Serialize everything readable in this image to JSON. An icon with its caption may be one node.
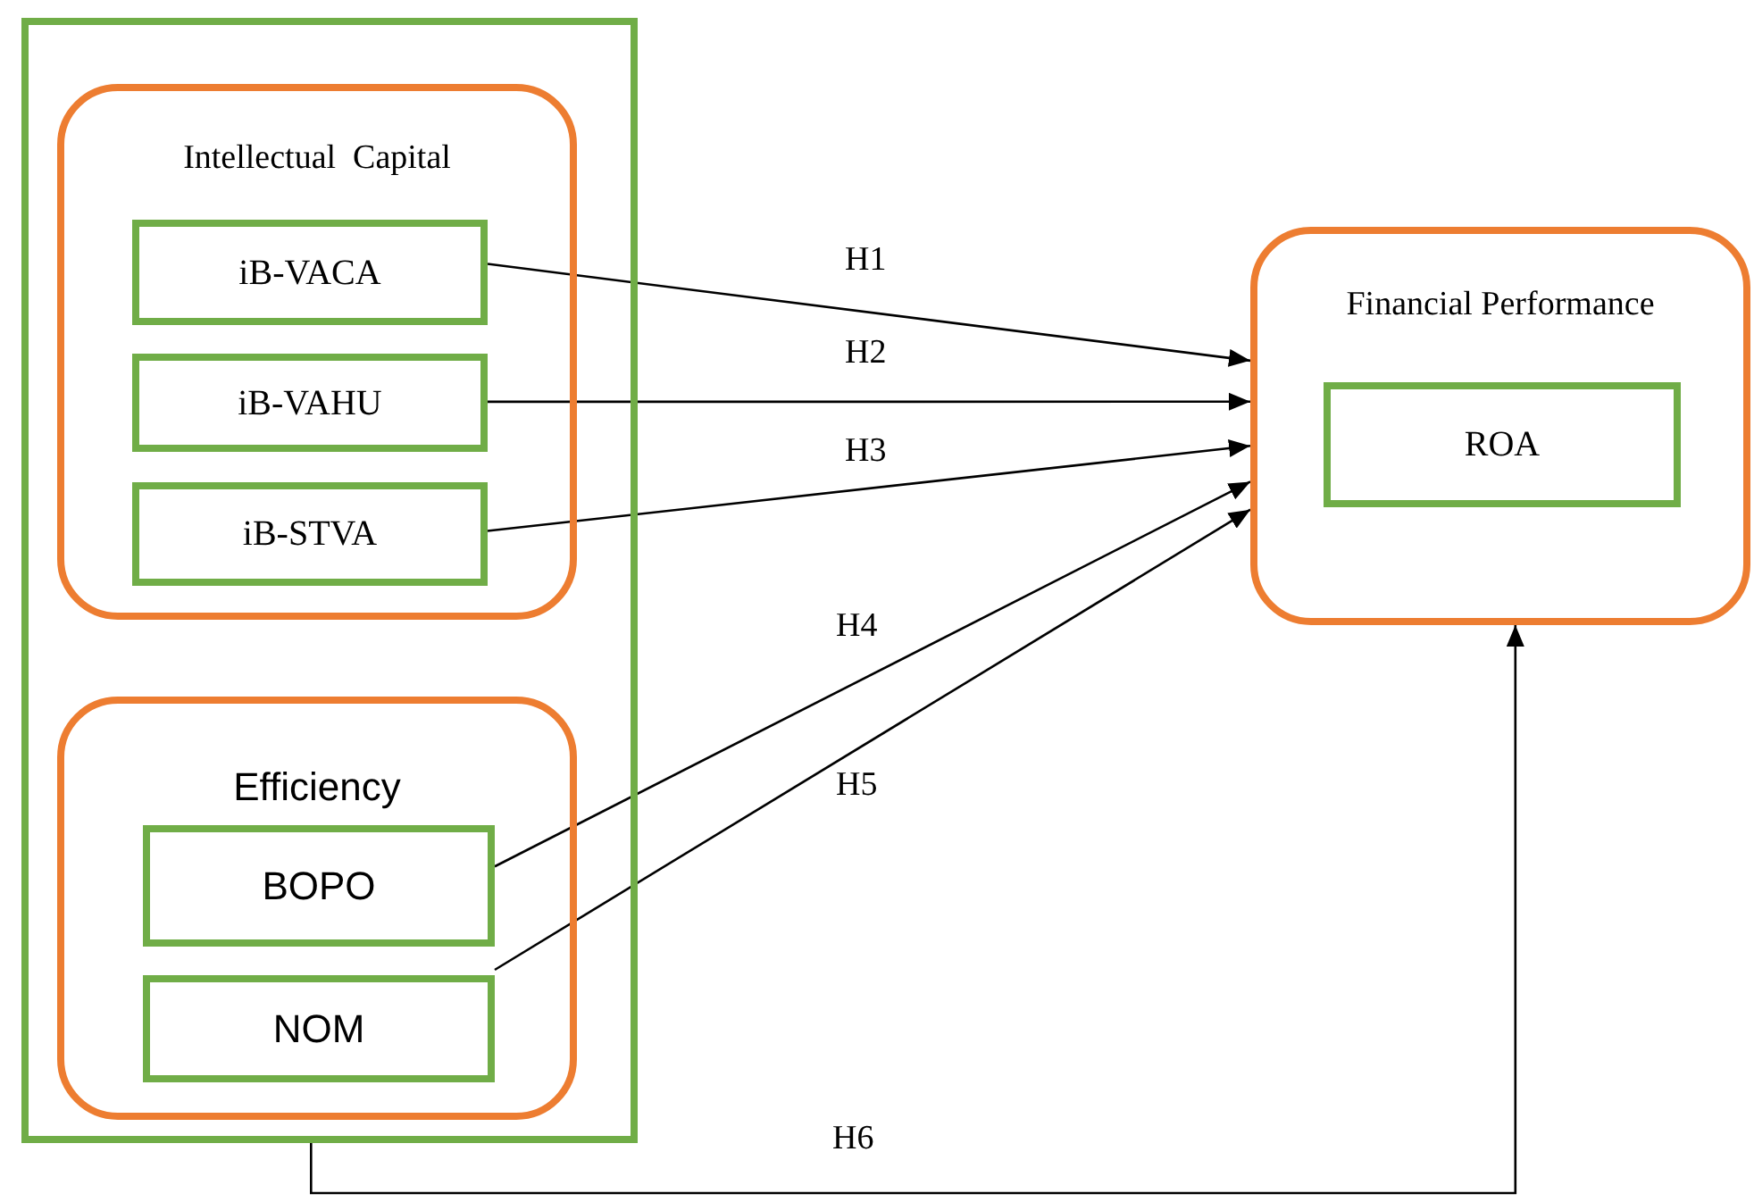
{
  "diagram": {
    "nodes": [
      {
        "text": [],
        "shape": "box"
      },
      {
        "text": [
          "Intellectual  Capital"
        ],
        "in": 0
      },
      {
        "text": [
          "iB-VACA"
        ],
        "in": 1
      },
      {
        "text": [
          "iB-VAHU"
        ],
        "in": 1
      },
      {
        "text": [
          "iB-STVA"
        ],
        "in": 1
      },
      {
        "text": [
          "Efficiency"
        ],
        "in": 0
      },
      {
        "text": [
          "BOPO"
        ],
        "in": 5
      },
      {
        "text": [
          "NOM"
        ],
        "in": 5
      },
      {
        "text": [
          "Financial Performance"
        ]
      },
      {
        "text": [
          "ROA"
        ],
        "in": 8
      }
    ],
    "edges": [
      {
        "from": 2,
        "to": 8,
        "arrow": "to",
        "label": "H1"
      },
      {
        "from": 3,
        "to": 8,
        "arrow": "to",
        "label": "H2"
      },
      {
        "from": 4,
        "to": 8,
        "arrow": "to",
        "label": "H3"
      },
      {
        "from": 6,
        "to": 8,
        "arrow": "to",
        "label": "H4"
      },
      {
        "from": 7,
        "to": 8,
        "arrow": "to",
        "label": "H5"
      },
      {
        "from": 0,
        "to": 8,
        "arrow": "to",
        "label": "H6"
      }
    ]
  }
}
